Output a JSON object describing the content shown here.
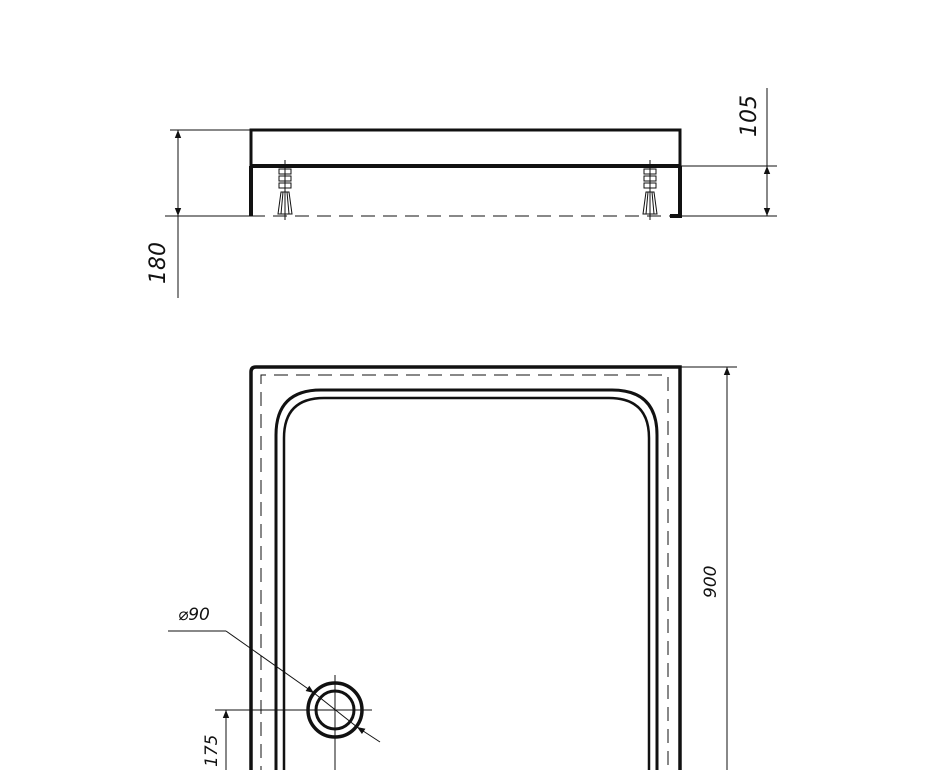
{
  "dimensions": {
    "total_height": "180",
    "tray_height": "105",
    "width": "900",
    "drain_diameter": "⌀90",
    "drain_offset": "175"
  },
  "colors": {
    "line": "#111111",
    "background": "#ffffff"
  }
}
